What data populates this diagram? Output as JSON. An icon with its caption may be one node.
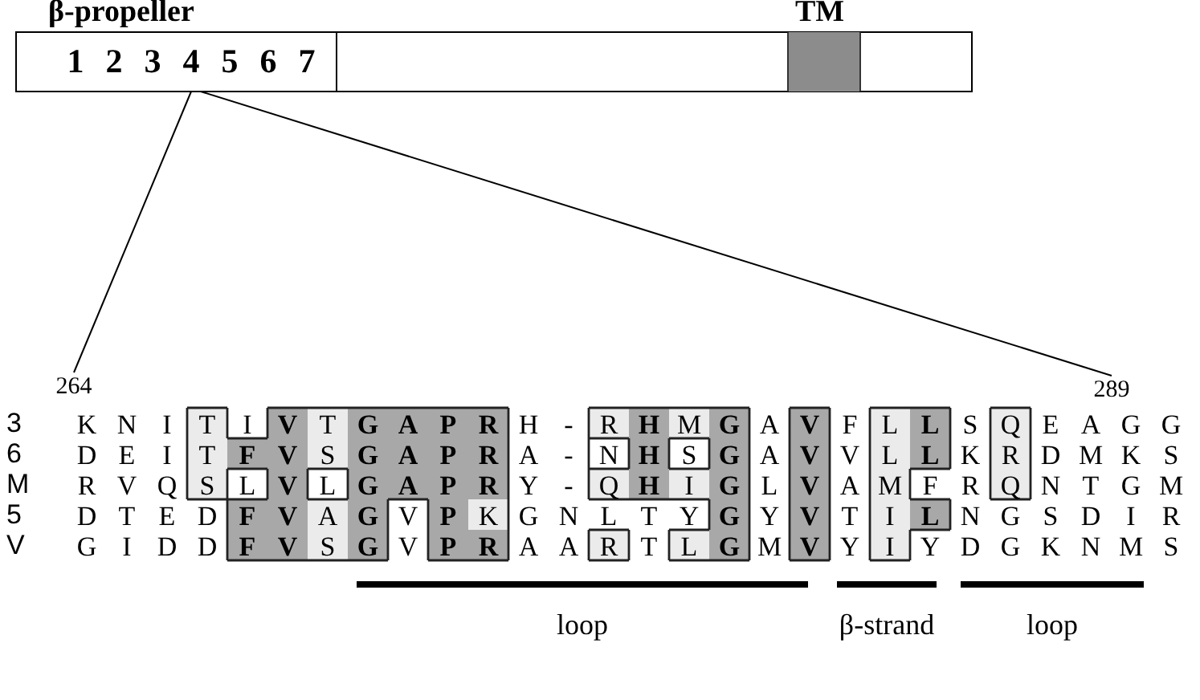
{
  "diagram": {
    "nodes": [
      {
        "text": [
          "β-propeller"
        ]
      },
      {
        "text": [
          "1"
        ],
        "in": 0
      },
      {
        "text": [
          "2"
        ],
        "in": 0
      },
      {
        "text": [
          "3"
        ],
        "in": 0
      },
      {
        "text": [
          "4"
        ],
        "in": 0
      },
      {
        "text": [
          "5"
        ],
        "in": 0
      },
      {
        "text": [
          "6"
        ],
        "in": 0
      },
      {
        "text": [
          "7"
        ],
        "in": 0
      },
      {
        "text": [
          "TM"
        ]
      },
      {
        "text": [
          "264"
        ]
      },
      {
        "text": [
          "289"
        ]
      }
    ],
    "edges": [
      {
        "from": 4,
        "to": 9,
        "arrow": "none"
      },
      {
        "from": 4,
        "to": 10,
        "arrow": "none"
      }
    ],
    "labels": [
      "3",
      "K",
      "N",
      "I",
      "T",
      "I",
      "V",
      "T",
      "G",
      "A",
      "P",
      "R",
      "H",
      "-",
      "R",
      "H",
      "M",
      "G",
      "A",
      "V",
      "F",
      "L",
      "L",
      "S",
      "Q",
      "E",
      "A",
      "G",
      "G",
      "6",
      "D",
      "E",
      "I",
      "T",
      "F",
      "V",
      "S",
      "G",
      "A",
      "P",
      "R",
      "A",
      "-",
      "N",
      "H",
      "S",
      "G",
      "A",
      "V",
      "V",
      "L",
      "L",
      "K",
      "R",
      "D",
      "M",
      "K",
      "S",
      "M",
      "R",
      "V",
      "Q",
      "S",
      "L",
      "V",
      "L",
      "G",
      "A",
      "P",
      "R",
      "Y",
      "-",
      "Q",
      "H",
      "I",
      "G",
      "L",
      "V",
      "A",
      "M",
      "F",
      "R",
      "Q",
      "N",
      "T",
      "G",
      "M",
      "5",
      "D",
      "T",
      "E",
      "D",
      "F",
      "V",
      "A",
      "G",
      "V",
      "P",
      "K",
      "G",
      "N",
      "L",
      "T",
      "Y",
      "G",
      "Y",
      "V",
      "T",
      "I",
      "L",
      "N",
      "G",
      "S",
      "D",
      "I",
      "R",
      "V",
      "G",
      "I",
      "D",
      "D",
      "F",
      "V",
      "S",
      "G",
      "V",
      "P",
      "R",
      "A",
      "A",
      "R",
      "T",
      "L",
      "G",
      "M",
      "V",
      "Y",
      "I",
      "Y",
      "D",
      "G",
      "K",
      "N",
      "M",
      "S",
      "loop",
      "β-strand",
      "loop"
    ]
  }
}
